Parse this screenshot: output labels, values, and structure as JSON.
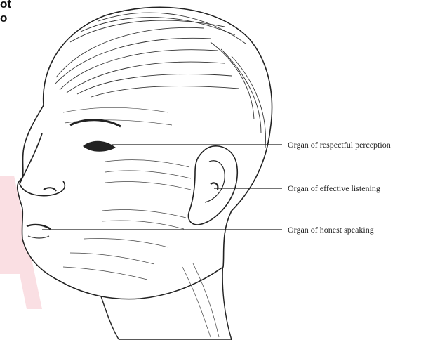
{
  "corner": {
    "line1": "ot",
    "line2": "o"
  },
  "labels": [
    {
      "id": "eye",
      "text": "Organ of respectful perception"
    },
    {
      "id": "ear",
      "text": "Organ of effective listening"
    },
    {
      "id": "mouth",
      "text": "Organ of honest speaking"
    }
  ],
  "colors": {
    "ink": "#222222",
    "watermark": "#f4b9c0"
  }
}
